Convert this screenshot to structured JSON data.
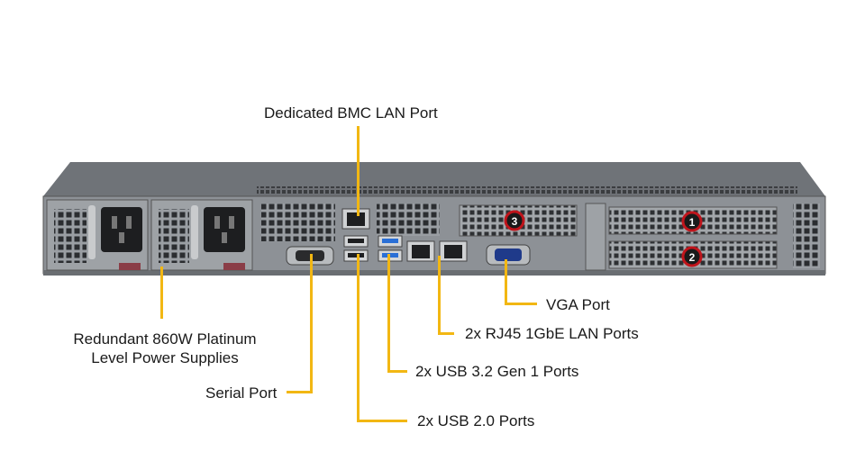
{
  "labels": {
    "bmc": "Dedicated BMC LAN Port",
    "psu_line1": "Redundant  860W Platinum",
    "psu_line2": "Level Power Supplies",
    "serial": "Serial Port",
    "usb20": "2x USB 2.0 Ports",
    "usb32": "2x USB 3.2 Gen 1 Ports",
    "lan": "2x RJ45 1GbE LAN Ports",
    "vga": "VGA Port"
  },
  "slot_markers": [
    "1",
    "2",
    "3"
  ],
  "colors": {
    "leader": "#f2b713",
    "chassis": "#8d9196",
    "marker_ring": "#c0141b",
    "usb3_blue": "#2a6fd6"
  }
}
